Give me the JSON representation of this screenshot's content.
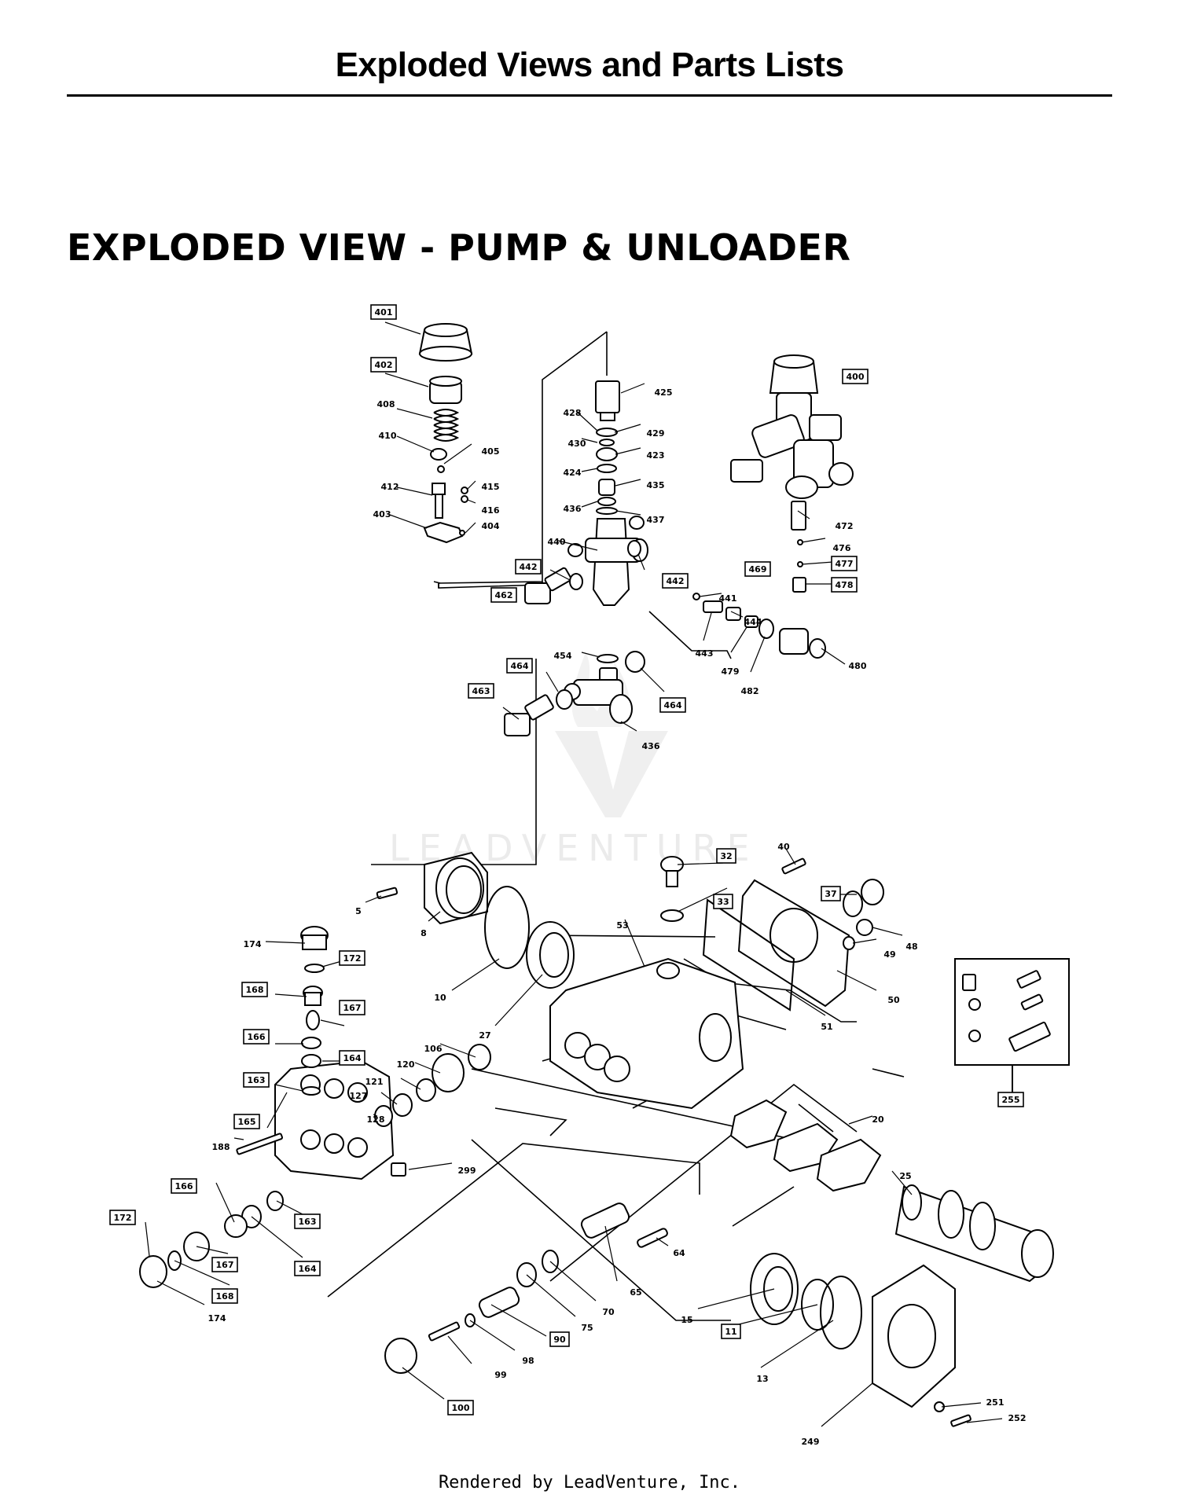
{
  "header": {
    "title": "Exploded Views and Parts Lists"
  },
  "section": {
    "title": "EXPLODED VIEW - PUMP & UNLOADER"
  },
  "watermark": {
    "brand": "LEADVENTURE"
  },
  "footer": {
    "credit": "Rendered by LeadVenture, Inc."
  },
  "parts": [
    {
      "key": "401",
      "label": "401",
      "boxed": true
    },
    {
      "key": "402",
      "label": "402",
      "boxed": true
    },
    {
      "key": "408",
      "label": "408",
      "boxed": false
    },
    {
      "key": "410",
      "label": "410",
      "boxed": false
    },
    {
      "key": "405",
      "label": "405",
      "boxed": false
    },
    {
      "key": "412",
      "label": "412",
      "boxed": false
    },
    {
      "key": "415",
      "label": "415",
      "boxed": false
    },
    {
      "key": "416",
      "label": "416",
      "boxed": false
    },
    {
      "key": "403",
      "label": "403",
      "boxed": false
    },
    {
      "key": "404",
      "label": "404",
      "boxed": false
    },
    {
      "key": "425",
      "label": "425",
      "boxed": false
    },
    {
      "key": "428",
      "label": "428",
      "boxed": false
    },
    {
      "key": "429",
      "label": "429",
      "boxed": false
    },
    {
      "key": "430",
      "label": "430",
      "boxed": false
    },
    {
      "key": "423",
      "label": "423",
      "boxed": false
    },
    {
      "key": "424",
      "label": "424",
      "boxed": false
    },
    {
      "key": "435",
      "label": "435",
      "boxed": false
    },
    {
      "key": "436a",
      "label": "436",
      "boxed": false
    },
    {
      "key": "437",
      "label": "437",
      "boxed": false
    },
    {
      "key": "440",
      "label": "440",
      "boxed": false
    },
    {
      "key": "442a",
      "label": "442",
      "boxed": true
    },
    {
      "key": "442b",
      "label": "442",
      "boxed": true
    },
    {
      "key": "462",
      "label": "462",
      "boxed": true
    },
    {
      "key": "400",
      "label": "400",
      "boxed": true
    },
    {
      "key": "469",
      "label": "469",
      "boxed": true
    },
    {
      "key": "472",
      "label": "472",
      "boxed": false
    },
    {
      "key": "476",
      "label": "476",
      "boxed": false
    },
    {
      "key": "477",
      "label": "477",
      "boxed": true
    },
    {
      "key": "478",
      "label": "478",
      "boxed": true
    },
    {
      "key": "441",
      "label": "441",
      "boxed": false
    },
    {
      "key": "444",
      "label": "444",
      "boxed": false
    },
    {
      "key": "443",
      "label": "443",
      "boxed": false
    },
    {
      "key": "479",
      "label": "479",
      "boxed": false
    },
    {
      "key": "482",
      "label": "482",
      "boxed": false
    },
    {
      "key": "480",
      "label": "480",
      "boxed": false
    },
    {
      "key": "454",
      "label": "454",
      "boxed": false
    },
    {
      "key": "464a",
      "label": "464",
      "boxed": true
    },
    {
      "key": "464b",
      "label": "464",
      "boxed": true
    },
    {
      "key": "463",
      "label": "463",
      "boxed": true
    },
    {
      "key": "436b",
      "label": "436",
      "boxed": false
    },
    {
      "key": "32",
      "label": "32",
      "boxed": true
    },
    {
      "key": "40",
      "label": "40",
      "boxed": false
    },
    {
      "key": "33",
      "label": "33",
      "boxed": true
    },
    {
      "key": "37",
      "label": "37",
      "boxed": true
    },
    {
      "key": "48",
      "label": "48",
      "boxed": false
    },
    {
      "key": "49",
      "label": "49",
      "boxed": false
    },
    {
      "key": "5",
      "label": "5",
      "boxed": false
    },
    {
      "key": "8",
      "label": "8",
      "boxed": false
    },
    {
      "key": "53",
      "label": "53",
      "boxed": false
    },
    {
      "key": "10",
      "label": "10",
      "boxed": false
    },
    {
      "key": "27",
      "label": "27",
      "boxed": false
    },
    {
      "key": "50",
      "label": "50",
      "boxed": false
    },
    {
      "key": "51",
      "label": "51",
      "boxed": false
    },
    {
      "key": "174a",
      "label": "174",
      "boxed": false
    },
    {
      "key": "172a",
      "label": "172",
      "boxed": true
    },
    {
      "key": "168a",
      "label": "168",
      "boxed": true
    },
    {
      "key": "167a",
      "label": "167",
      "boxed": true
    },
    {
      "key": "166a",
      "label": "166",
      "boxed": true
    },
    {
      "key": "164a",
      "label": "164",
      "boxed": true
    },
    {
      "key": "163a",
      "label": "163",
      "boxed": true
    },
    {
      "key": "106",
      "label": "106",
      "boxed": false
    },
    {
      "key": "120",
      "label": "120",
      "boxed": false
    },
    {
      "key": "121",
      "label": "121",
      "boxed": false
    },
    {
      "key": "127",
      "label": "127",
      "boxed": false
    },
    {
      "key": "128",
      "label": "128",
      "boxed": false
    },
    {
      "key": "165",
      "label": "165",
      "boxed": true
    },
    {
      "key": "188",
      "label": "188",
      "boxed": false
    },
    {
      "key": "299",
      "label": "299",
      "boxed": false
    },
    {
      "key": "20",
      "label": "20",
      "boxed": false
    },
    {
      "key": "255",
      "label": "255",
      "boxed": true
    },
    {
      "key": "25",
      "label": "25",
      "boxed": false
    },
    {
      "key": "166b",
      "label": "166",
      "boxed": true
    },
    {
      "key": "172b",
      "label": "172",
      "boxed": true
    },
    {
      "key": "163b",
      "label": "163",
      "boxed": true
    },
    {
      "key": "167b",
      "label": "167",
      "boxed": true
    },
    {
      "key": "164b",
      "label": "164",
      "boxed": true
    },
    {
      "key": "168b",
      "label": "168",
      "boxed": true
    },
    {
      "key": "174b",
      "label": "174",
      "boxed": false
    },
    {
      "key": "64",
      "label": "64",
      "boxed": false
    },
    {
      "key": "65",
      "label": "65",
      "boxed": false
    },
    {
      "key": "70",
      "label": "70",
      "boxed": false
    },
    {
      "key": "75",
      "label": "75",
      "boxed": false
    },
    {
      "key": "15",
      "label": "15",
      "boxed": false
    },
    {
      "key": "11",
      "label": "11",
      "boxed": true
    },
    {
      "key": "13",
      "label": "13",
      "boxed": false
    },
    {
      "key": "90",
      "label": "90",
      "boxed": true
    },
    {
      "key": "98",
      "label": "98",
      "boxed": false
    },
    {
      "key": "99",
      "label": "99",
      "boxed": false
    },
    {
      "key": "100",
      "label": "100",
      "boxed": true
    },
    {
      "key": "251",
      "label": "251",
      "boxed": false
    },
    {
      "key": "252",
      "label": "252",
      "boxed": false
    },
    {
      "key": "249",
      "label": "249",
      "boxed": false
    }
  ]
}
